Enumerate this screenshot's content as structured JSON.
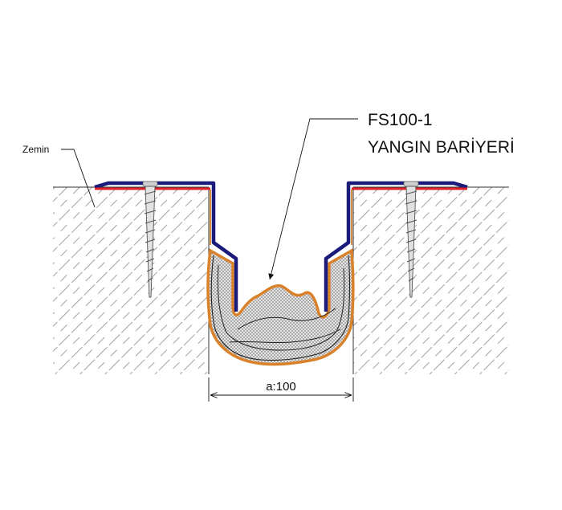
{
  "labels": {
    "substrate": "Zemin",
    "product_code": "FS100-1",
    "product_name": "YANGIN BARİYERİ",
    "gap_dimension": "a:100"
  },
  "colors": {
    "cover_profile": "#1a1a7a",
    "seal_strip": "#e0232a",
    "barrier_wrap": "#d9822b",
    "hatch_lines": "#777777",
    "outline": "#222222"
  }
}
